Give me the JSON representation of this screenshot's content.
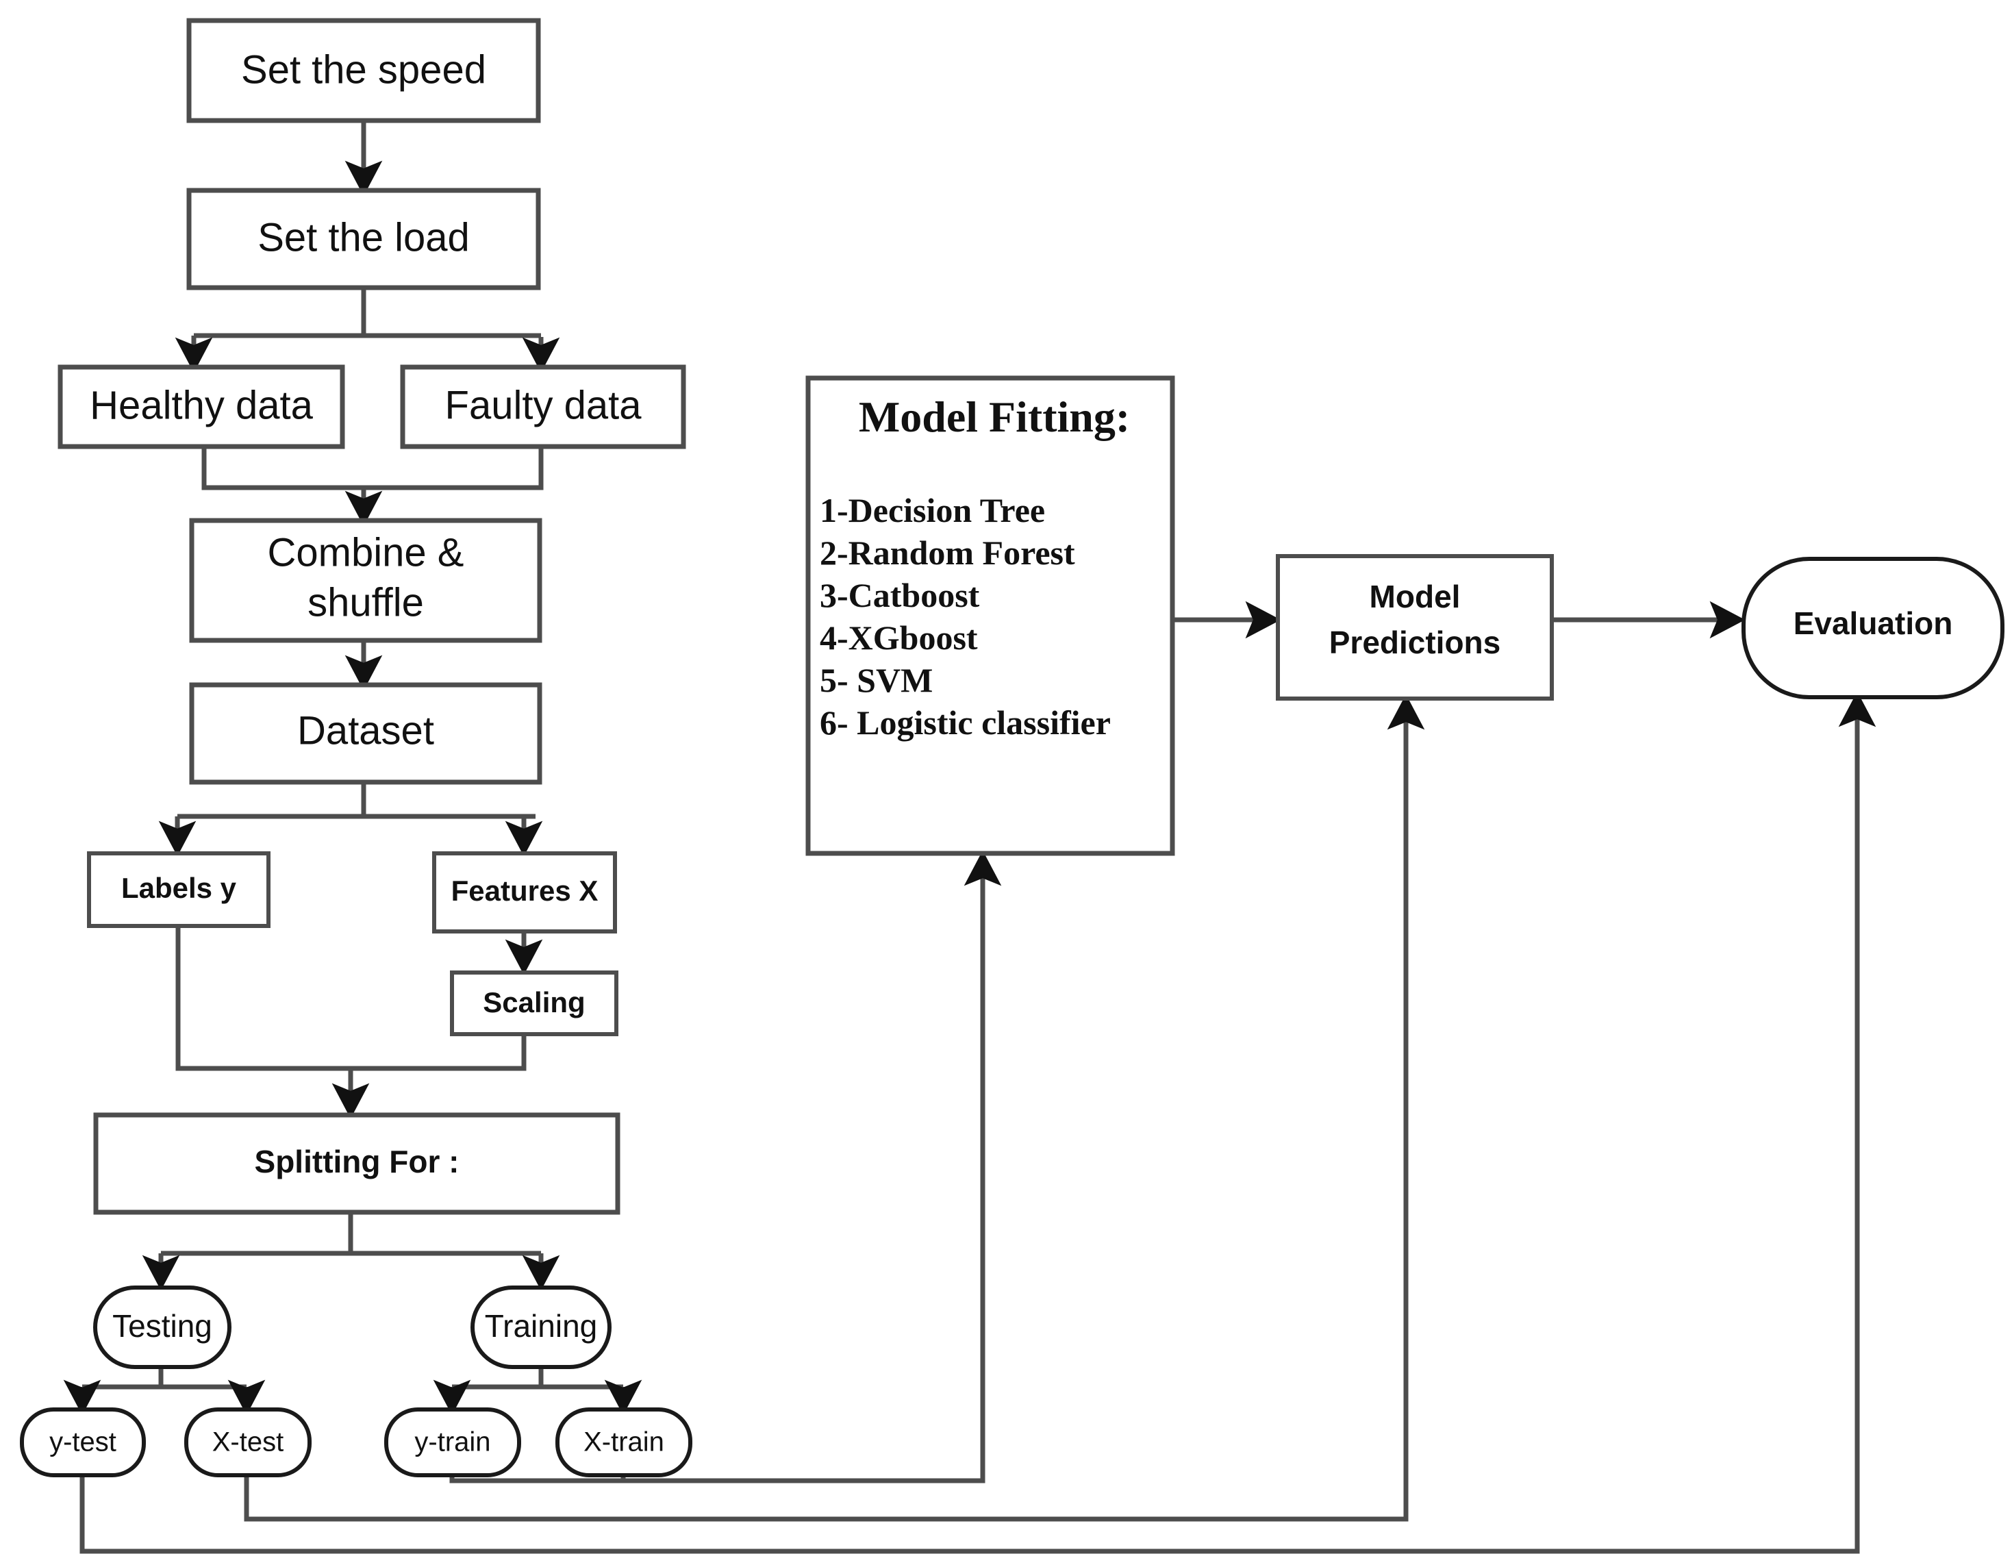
{
  "diagram": {
    "title": "Machine learning fault-diagnosis workflow flowchart",
    "colors": {
      "box_stroke": "#4d4d4d",
      "round_stroke": "#1a1a1a",
      "edge": "#4d4d4d",
      "text": "#111111",
      "background": "#ffffff"
    },
    "nodes": {
      "set_speed": "Set the speed",
      "set_load": "Set the load",
      "healthy_data": "Healthy data",
      "faulty_data": "Faulty data",
      "combine_line1": "Combine &",
      "combine_line2": "shuffle",
      "dataset": "Dataset",
      "labels_y": "Labels y",
      "features_x": "Features X",
      "scaling": "Scaling",
      "splitting": "Splitting For :",
      "testing": "Testing",
      "training": "Training",
      "y_test": "y-test",
      "x_test": "X-test",
      "y_train": "y-train",
      "x_train": "X-train",
      "model_predictions_line1": "Model",
      "model_predictions_line2": "Predictions",
      "evaluation": "Evaluation"
    },
    "model_fitting": {
      "title": "Model Fitting:",
      "items": [
        "1-Decision Tree",
        "2-Random Forest",
        "3-Catboost",
        "4-XGboost",
        "5- SVM",
        "6- Logistic classifier"
      ]
    }
  }
}
